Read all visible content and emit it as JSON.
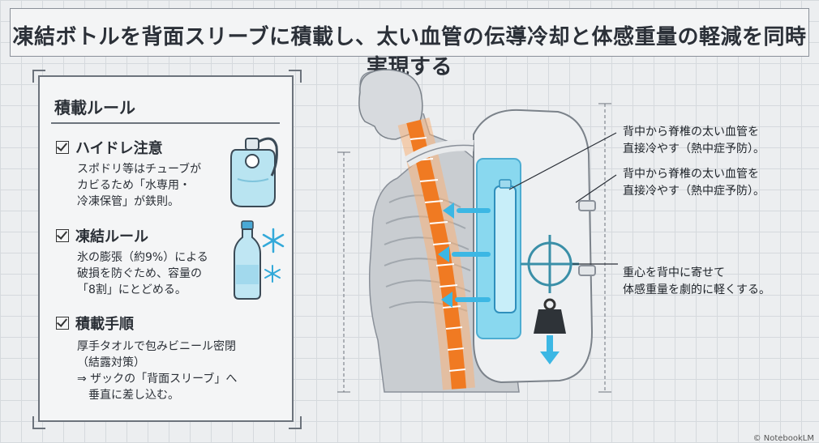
{
  "title": "凍結ボトルを背面スリーブに積載し、太い血管の伝導冷却と体感重量の軽減を同時実現する",
  "panel": {
    "heading": "積載ルール",
    "sections": [
      {
        "heading": "ハイドレ注意",
        "text": "スポドリ等はチューブが\nカビるため「水専用・\n冷凍保管」が鉄則。"
      },
      {
        "heading": "凍結ルール",
        "text": "氷の膨張（約9%）による\n破損を防ぐため、容量の\n「8割」にとどめる。"
      },
      {
        "heading": "積載手順",
        "text": "厚手タオルで包みビニール密閉\n（結露対策）\n⇒ ザックの「背面スリーブ」へ\n　垂直に差し込む。"
      }
    ]
  },
  "annotations": {
    "a1": "背中から脊椎の太い血管を\n直接冷やす（熱中症予防）。",
    "a2": "背中から脊椎の太い血管を\n直接冷やす（熱中症予防）。",
    "a3": "重心を背中に寄せて\n体感重量を劇的に軽くする。"
  },
  "watermark": "© NotebookLM",
  "icons": [
    "hydration-bladder-icon",
    "water-bottle-icon",
    "snowflake-icon",
    "target-icon",
    "weight-icon",
    "down-arrow-icon"
  ],
  "colors": {
    "spine": "#f07a22",
    "cool": "#5ec4e4",
    "line": "#6c737c"
  }
}
